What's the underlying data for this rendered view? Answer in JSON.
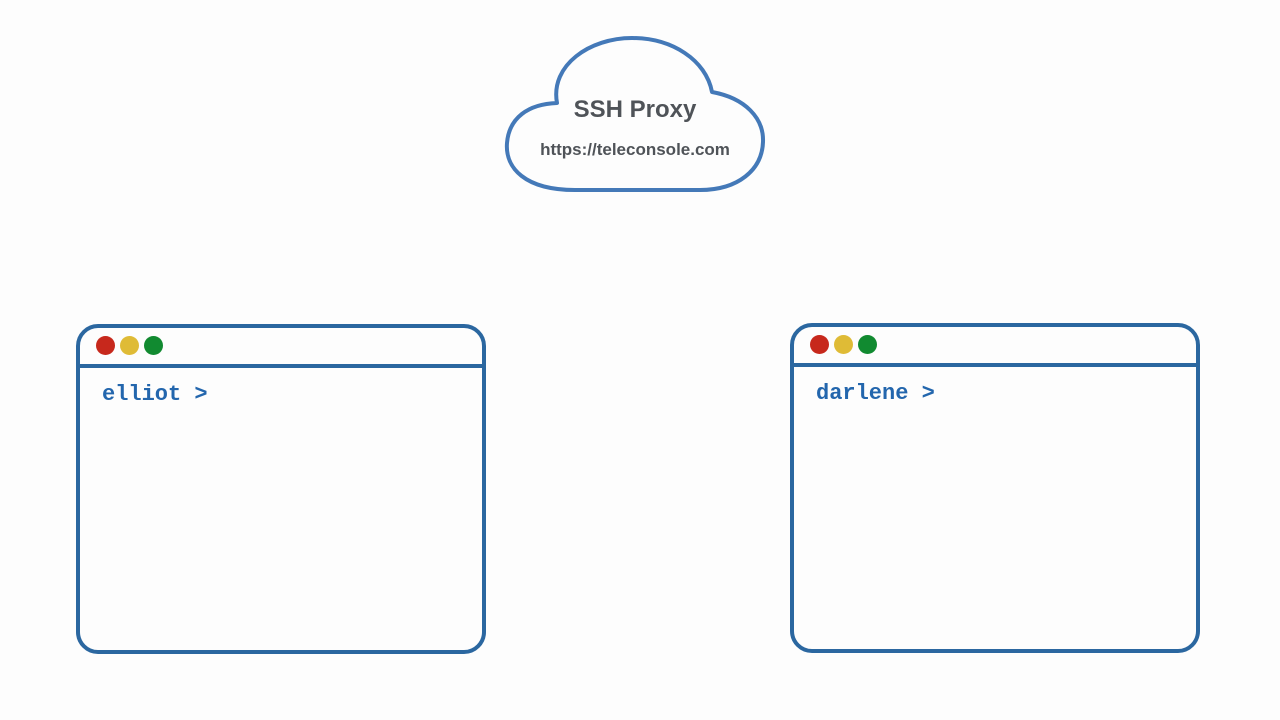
{
  "colors": {
    "outline": "#2b67a0",
    "cloud_outline": "#4479b8",
    "text_gray": "#4f5358",
    "prompt_blue": "#2366ad",
    "dot_red": "#c7281c",
    "dot_yellow": "#dfbb36",
    "dot_green": "#118a30"
  },
  "cloud": {
    "title": "SSH Proxy",
    "url": "https://teleconsole.com",
    "icon": "cloud-icon"
  },
  "terminals": [
    {
      "prompt": "elliot >"
    },
    {
      "prompt": "darlene >"
    }
  ]
}
